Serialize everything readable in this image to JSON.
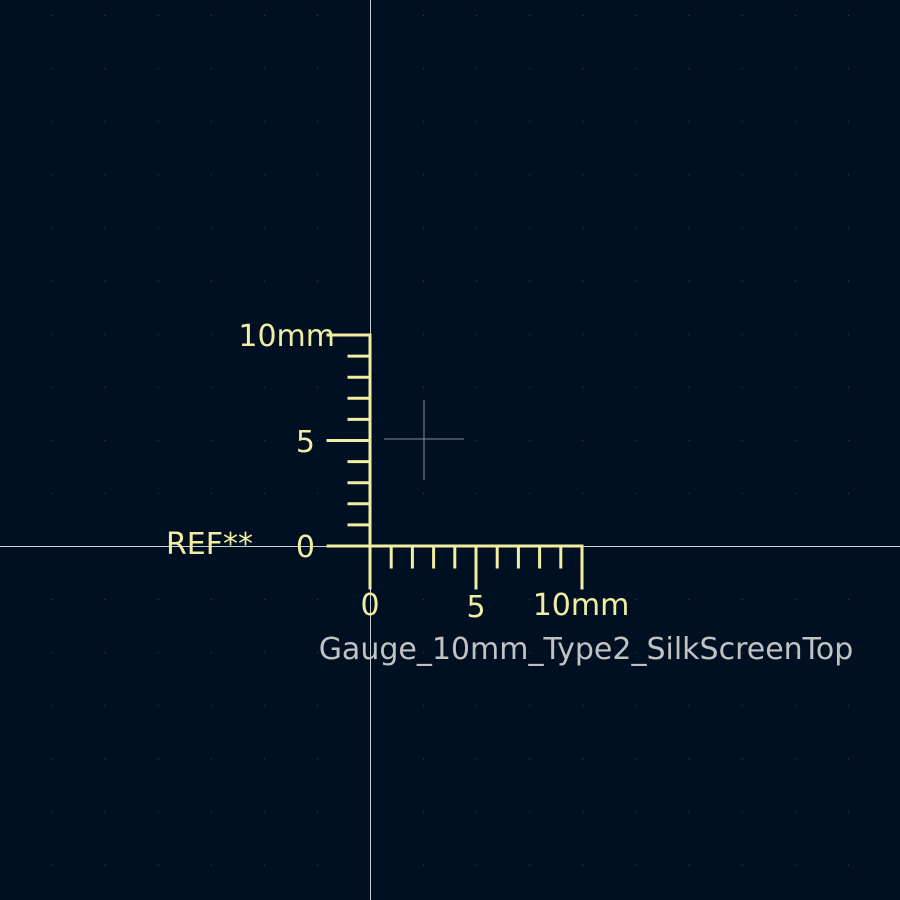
{
  "canvas": {
    "background_color": "#001023",
    "grid_dot_color": "#3a4a5a",
    "axis_color": "#c8ccd0",
    "silkscreen_color": "#f2eda1",
    "fab_text_color": "#c2c2c2",
    "anchor_color": "#7f8a92"
  },
  "footprint": {
    "reference": "REF**",
    "value": "Gauge_10mm_Type2_SilkScreenTop"
  },
  "gauge": {
    "vertical_labels": {
      "top": "10mm",
      "middle": "5",
      "bottom": "0"
    },
    "horizontal_labels": {
      "left": "0",
      "middle": "5",
      "right": "10mm"
    }
  }
}
